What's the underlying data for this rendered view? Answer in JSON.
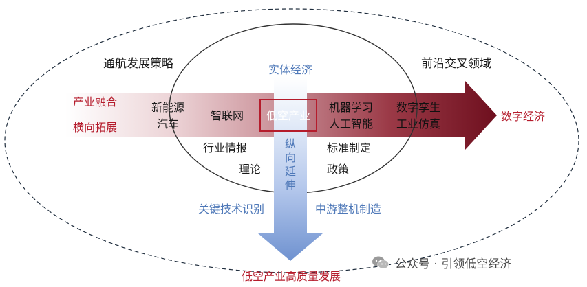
{
  "left_labels": {
    "strategy": "通航发展策略",
    "industry_fusion": "产业融合",
    "horizontal": "横向拓展"
  },
  "top_labels": {
    "real_economy": "实体经济",
    "frontier": "前沿交叉领域"
  },
  "arrow_labels": {
    "nev_line1": "新能源",
    "nev_line2": "汽车",
    "iov": "智联网",
    "core": "低空产业",
    "ml_line1": "机器学习",
    "ml_line2": "人工智能",
    "dt_line1": "数字孪生",
    "dt_line2": "工业仿真",
    "digital_economy": "数字经济"
  },
  "inner_labels": {
    "industry_intel": "行业情报",
    "theory": "理论",
    "standards": "标准制定",
    "policy": "政策",
    "vertical": [
      "纵",
      "向",
      "延",
      "伸"
    ]
  },
  "bottom_labels": {
    "key_tech": "关键技术识别",
    "midstream": "中游整机制造",
    "goal": "低空产业高质量发展"
  },
  "watermark": "公众号 · 引领低空经济",
  "colors": {
    "dark_red": "#7d1424",
    "red_text": "#b51c2c",
    "blue_text": "#4e78b8",
    "blue_arrow": "#7d9fd6"
  }
}
